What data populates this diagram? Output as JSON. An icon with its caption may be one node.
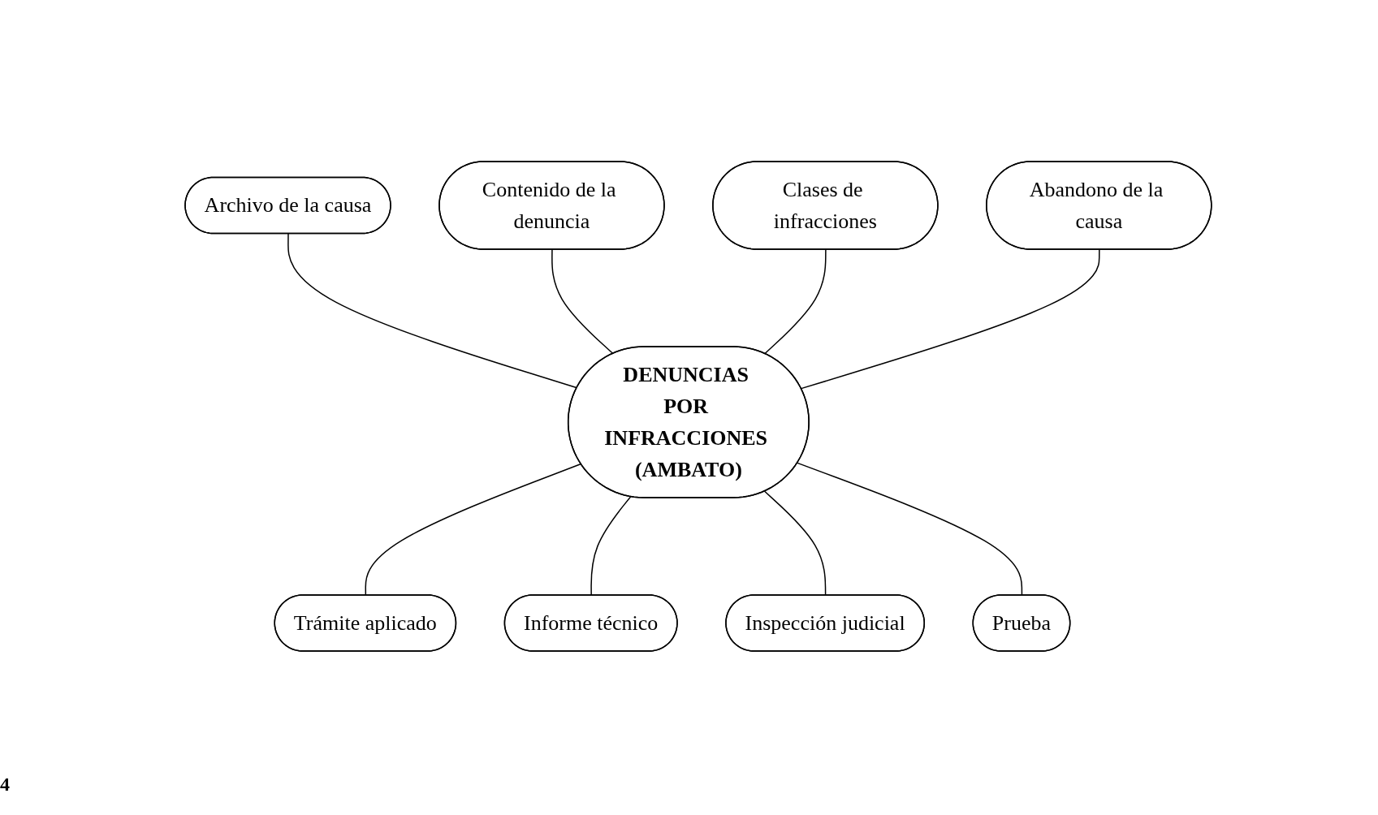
{
  "diagram": {
    "nodes": [
      {
        "text": [
          "Contenido de la denuncia"
        ]
      },
      {
        "text": [
          "Archivo de la causa"
        ]
      },
      {
        "text": [
          "Clases de infracciones"
        ]
      },
      {
        "text": [
          "DENUNCIAS POR INFRACCIONES (AMBATO)"
        ]
      },
      {
        "text": [
          "Abandono de la causa"
        ]
      },
      {
        "text": [
          "Trámite aplicado"
        ]
      },
      {
        "text": [
          "Informe técnico"
        ]
      },
      {
        "text": [
          "Prueba"
        ]
      },
      {
        "text": [
          "Inspección judicial"
        ]
      }
    ],
    "edges": [
      {
        "from": 1,
        "to": 3,
        "arrow": "none"
      },
      {
        "from": 0,
        "to": 3,
        "arrow": "none"
      },
      {
        "from": 2,
        "to": 3,
        "arrow": "none"
      },
      {
        "from": 4,
        "to": 3,
        "arrow": "none"
      },
      {
        "from": 3,
        "to": 5,
        "arrow": "none"
      },
      {
        "from": 3,
        "to": 6,
        "arrow": "none"
      },
      {
        "from": 3,
        "to": 8,
        "arrow": "none"
      },
      {
        "from": 3,
        "to": 7,
        "arrow": "none"
      }
    ],
    "labels": [
      "4"
    ]
  }
}
